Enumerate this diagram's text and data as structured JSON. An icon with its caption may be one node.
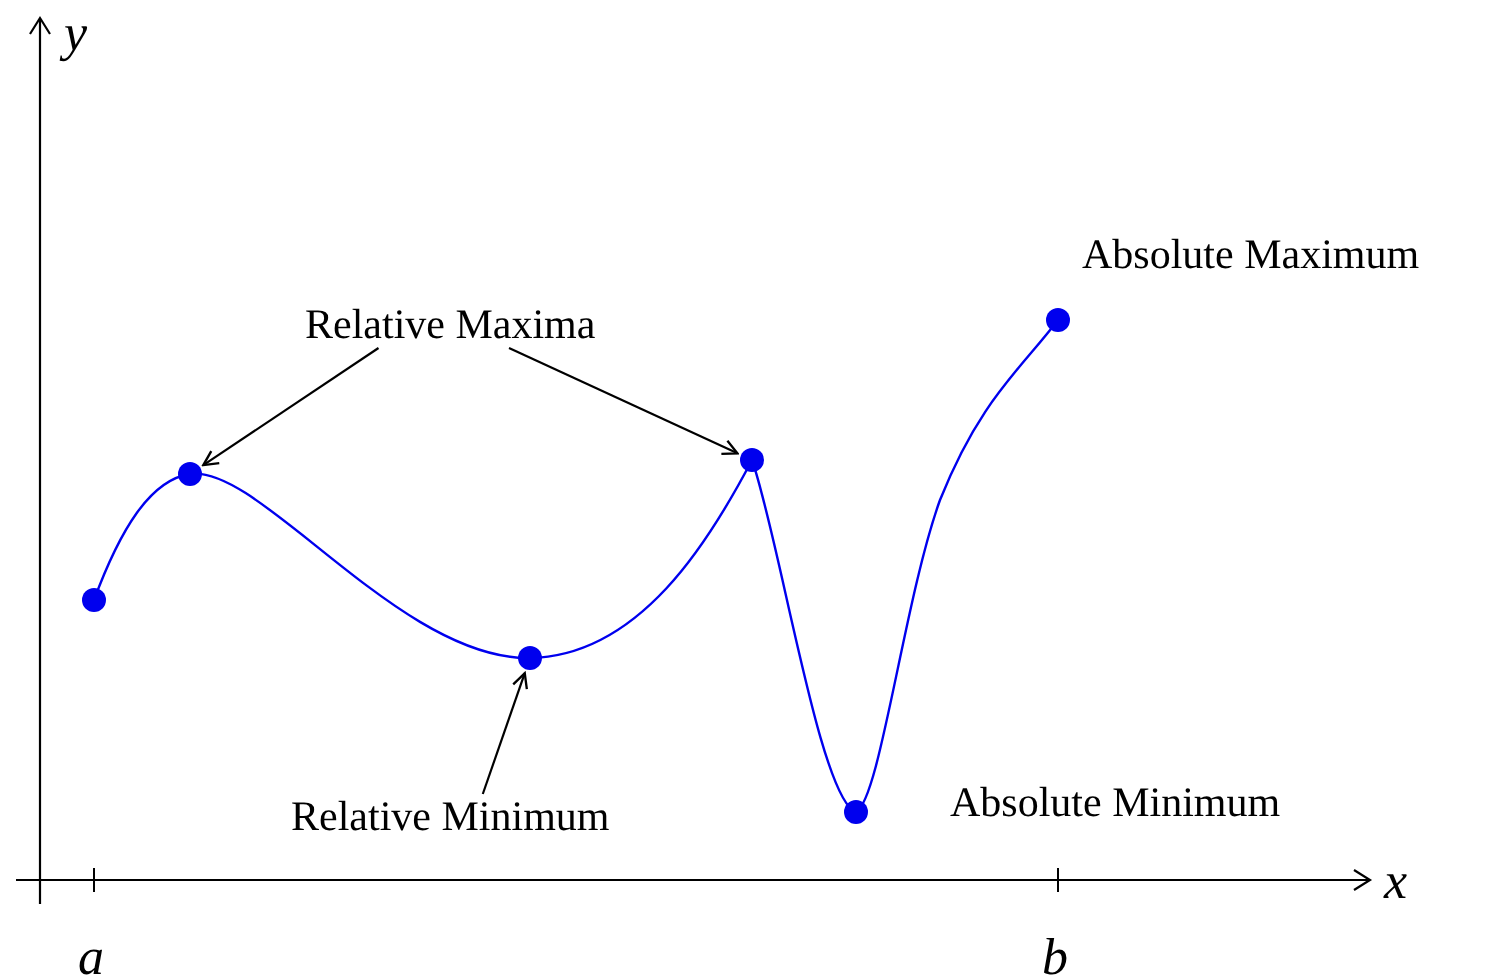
{
  "diagram": {
    "nodes": [
      {
        "text": [
          "Relative Maxima"
        ]
      },
      {
        "text": [],
        "shape": "circle"
      },
      {
        "text": [],
        "shape": "circle"
      },
      {
        "text": [],
        "shape": "circle"
      },
      {
        "text": [],
        "shape": "circle"
      },
      {
        "text": [],
        "shape": "circle"
      },
      {
        "text": [],
        "shape": "circle"
      },
      {
        "text": [
          "Relative Minimum"
        ]
      }
    ],
    "edges": [
      {
        "from": 0,
        "to": 2,
        "arrow": "to"
      },
      {
        "from": 0,
        "to": 4,
        "arrow": "to"
      },
      {
        "from": 7,
        "to": 3,
        "arrow": "to"
      }
    ],
    "labels": [
      "y",
      "Absolute Maximum",
      "Absolute Minimum",
      "x",
      "a",
      "b"
    ]
  }
}
